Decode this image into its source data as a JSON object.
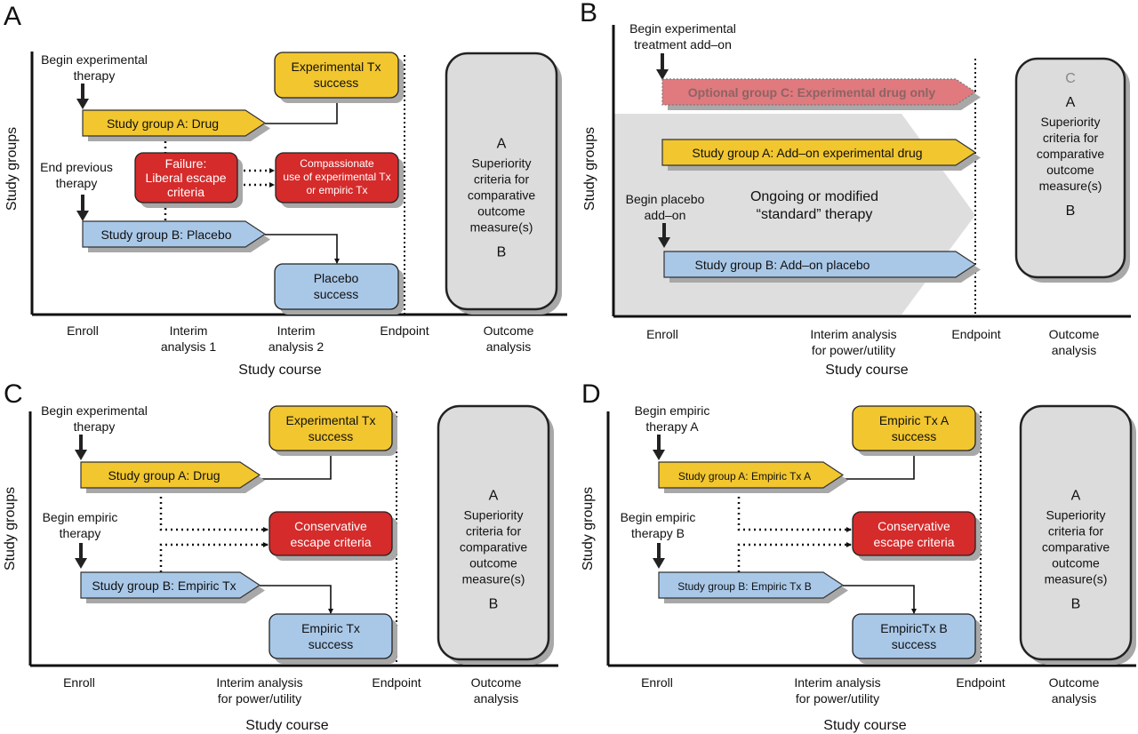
{
  "colors": {
    "yellow": "#F2C62E",
    "red": "#D52B2B",
    "blue": "#A9C8E8",
    "gray_box": "#DCDCDC",
    "gray_background": "#DEDEDE",
    "optional_red": "#E07A7E",
    "shadow": "#A8A8A8"
  },
  "common": {
    "y_axis_label": "Study groups",
    "x_axis_label": "Study course",
    "outcome_box": {
      "top": "A",
      "lines": [
        "Superiority",
        "criteria for",
        "comparative",
        "outcome",
        "measure(s)"
      ],
      "bottom": "B"
    }
  },
  "panels": [
    {
      "letter": "A",
      "ticks": [
        [
          "Enroll"
        ],
        [
          "Interim",
          "analysis 1"
        ],
        [
          "Interim",
          "analysis 2"
        ],
        [
          "Endpoint"
        ],
        [
          "Outcome",
          "analysis"
        ]
      ],
      "notes": {
        "begin_a": [
          "Begin experimental",
          "therapy"
        ],
        "begin_b": [
          "End previous",
          "therapy"
        ]
      },
      "group_a": "Study group A: Drug",
      "group_b": "Study group B: Placebo",
      "success_a": [
        "Experimental Tx",
        "success"
      ],
      "success_b": [
        "Placebo",
        "success"
      ],
      "failure": [
        "Failure:",
        "Liberal escape",
        "criteria"
      ],
      "escape": [
        "Compassionate",
        "use of experimental Tx",
        "or empiric Tx"
      ]
    },
    {
      "letter": "B",
      "ticks": [
        [
          "Enroll"
        ],
        [
          "Interim analysis",
          "for power/utility"
        ],
        [
          "Endpoint"
        ],
        [
          "Outcome",
          "analysis"
        ]
      ],
      "notes": {
        "begin_a": [
          "Begin experimental",
          "treatment  add–on"
        ],
        "begin_b": [
          "Begin placebo",
          "add–on"
        ]
      },
      "optional_group": "Optional group C:  Experimental drug only",
      "group_a": "Study group A:  Add–on experimental drug",
      "group_b": "Study group B:  Add–on placebo",
      "background": [
        "Ongoing or modified",
        "“standard” therapy"
      ],
      "outcome_extra_top": "C"
    },
    {
      "letter": "C",
      "ticks": [
        [
          "Enroll"
        ],
        [
          "Interim analysis",
          "for power/utility"
        ],
        [
          "Endpoint"
        ],
        [
          "Outcome",
          "analysis"
        ]
      ],
      "notes": {
        "begin_a": [
          "Begin experimental",
          "therapy"
        ],
        "begin_b": [
          "Begin empiric",
          "therapy"
        ]
      },
      "group_a": "Study group A: Drug",
      "group_b": "Study group B: Empiric Tx",
      "success_a": [
        "Experimental Tx",
        "success"
      ],
      "success_b": [
        "Empiric Tx",
        "success"
      ],
      "escape": [
        "Conservative",
        "escape criteria"
      ]
    },
    {
      "letter": "D",
      "ticks": [
        [
          "Enroll"
        ],
        [
          "Interim analysis",
          "for power/utility"
        ],
        [
          "Endpoint"
        ],
        [
          "Outcome",
          "analysis"
        ]
      ],
      "notes": {
        "begin_a": [
          "Begin empiric",
          "therapy A"
        ],
        "begin_b": [
          "Begin empiric",
          "therapy B"
        ]
      },
      "group_a": "Study group A: Empiric Tx A",
      "group_b": "Study group B: Empiric Tx B",
      "success_a": [
        "Empiric Tx A",
        "success"
      ],
      "success_b": [
        "EmpiricTx B",
        "success"
      ],
      "escape": [
        "Conservative",
        "escape criteria"
      ]
    }
  ]
}
